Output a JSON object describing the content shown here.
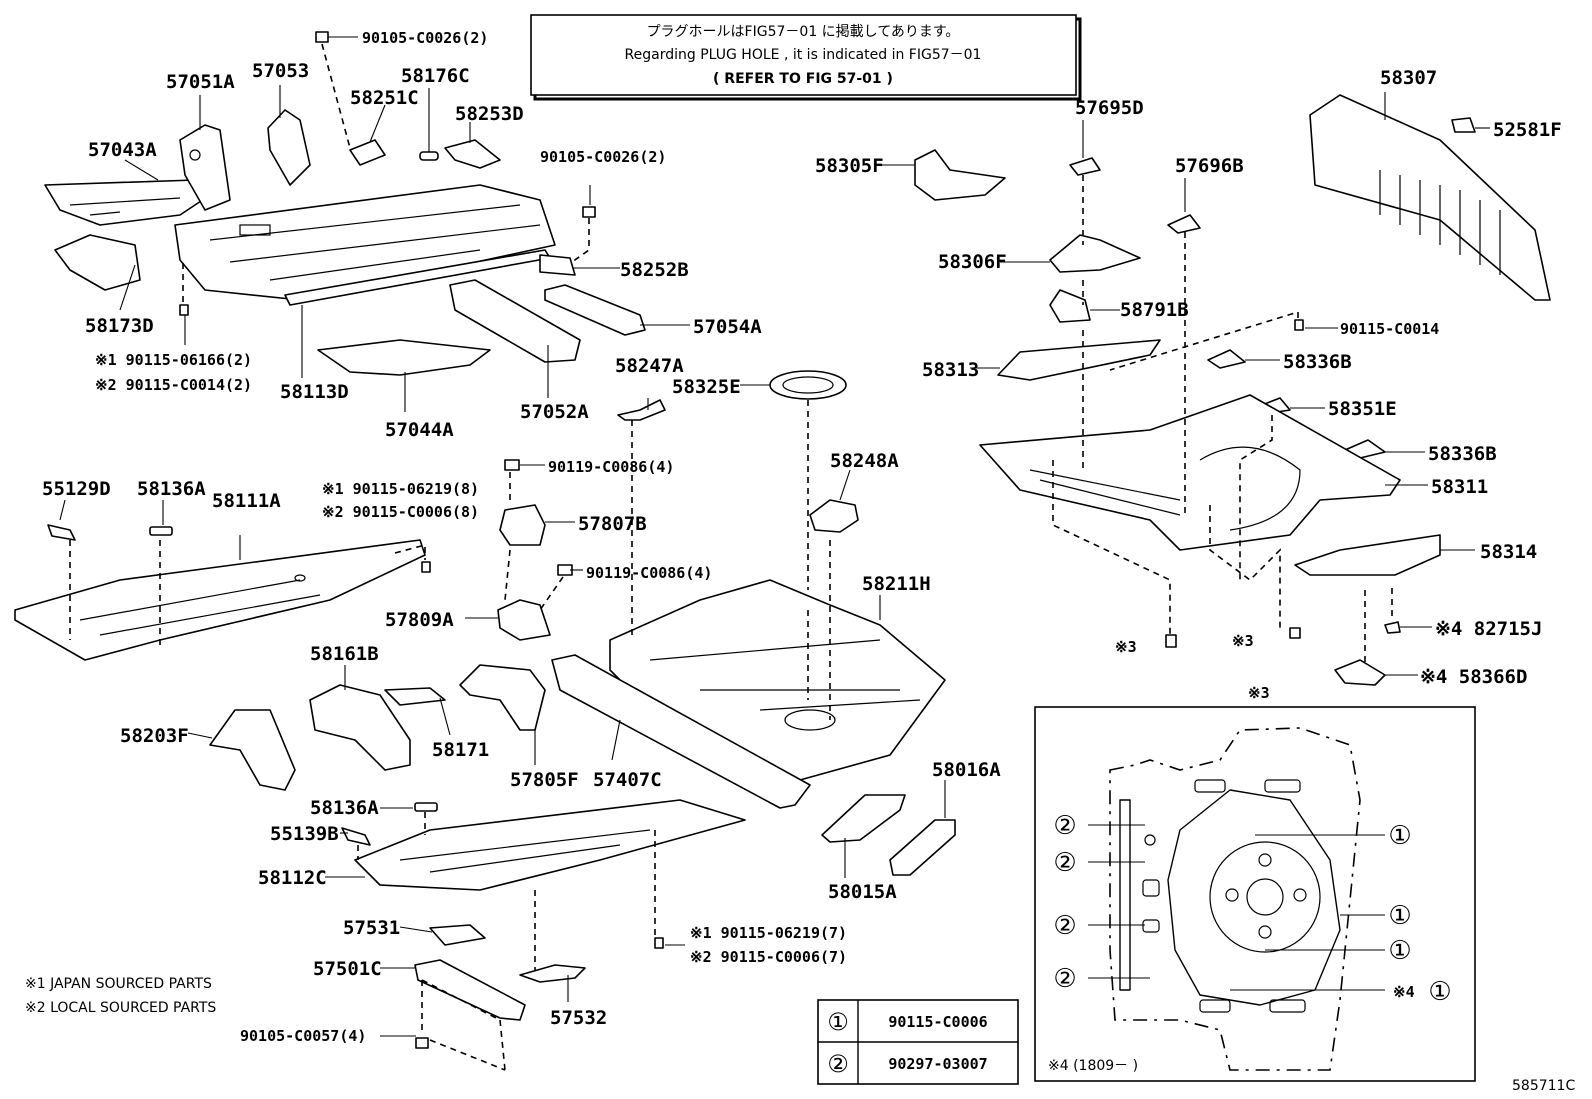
{
  "notice": {
    "line1": "プラグホールはFIG57－01 に掲載してあります。",
    "line2": "Regarding  PLUG HOLE , it is indicated in FIG57－01",
    "line3": "(  REFER TO FIG 57-01    )"
  },
  "labels": {
    "p57051A": "57051A",
    "p57053": "57053",
    "p58251C": "58251C",
    "p58176C": "58176C",
    "p58253D": "58253D",
    "p57043A": "57043A",
    "p58173D": "58173D",
    "p58113D": "58113D",
    "p57044A": "57044A",
    "p57052A": "57052A",
    "p57054A": "57054A",
    "p58252B": "58252B",
    "b90105_C0026_a": "90105-C0026(2)",
    "b90105_C0026_b": "90105-C0026(2)",
    "b90115_06166": "※1 90115-06166(2)",
    "b90115_C0014_2": "※2 90115-C0014(2)",
    "p58305F": "58305F",
    "p57695D": "57695D",
    "p57696B": "57696B",
    "p58306F": "58306F",
    "p58791B": "58791B",
    "p58313": "58313",
    "p58307": "58307",
    "p52581F": "52581F",
    "b90115_C0014": "90115-C0014",
    "p58336B_a": "58336B",
    "p58351E": "58351E",
    "p58336B_b": "58336B",
    "p58311": "58311",
    "p58314": "58314",
    "p58247A": "58247A",
    "p58325E": "58325E",
    "p58248A": "58248A",
    "p55129D": "55129D",
    "p58136A_a": "58136A",
    "p58111A": "58111A",
    "b90115_06219_8": "※1 90115-06219(8)",
    "b90115_C0006_8": "※2 90115-C0006(8)",
    "b90119_C0086_a": "90119-C0086(4)",
    "p57807B": "57807B",
    "b90119_C0086_b": "90119-C0086(4)",
    "p57809A": "57809A",
    "p58211H": "58211H",
    "p58161B": "58161B",
    "p58203F": "58203F",
    "p58171": "58171",
    "p57805F": "57805F",
    "p57407C": "57407C",
    "p58016A": "58016A",
    "p58015A": "58015A",
    "p58136A_b": "58136A",
    "p55139B": "55139B",
    "p58112C": "58112C",
    "p57531": "57531",
    "p57501C": "57501C",
    "p57532": "57532",
    "b90105_C0057": "90105-C0057(4)",
    "b90115_06219_7": "※1 90115-06219(7)",
    "b90115_C0006_7": "※2 90115-C0006(7)",
    "s3_left": "※3",
    "s3_right": "※3",
    "s4_82715J": "※4 82715J",
    "s4_58366D": "※4 58366D",
    "s3_detail": "※3",
    "s4_detail": "※4",
    "s4_range": "※4 (1809－     )",
    "fig_code": "585711C"
  },
  "footnotes": {
    "n1": "※1 JAPAN SOURCED PARTS",
    "n2": "※2 LOCAL SOURCED PARTS"
  },
  "legend": {
    "rows": [
      {
        "symbol": "①",
        "part": "90115-C0006"
      },
      {
        "symbol": "②",
        "part": "90297-03007"
      }
    ]
  },
  "callouts": {
    "c1": "①",
    "c2": "②"
  }
}
